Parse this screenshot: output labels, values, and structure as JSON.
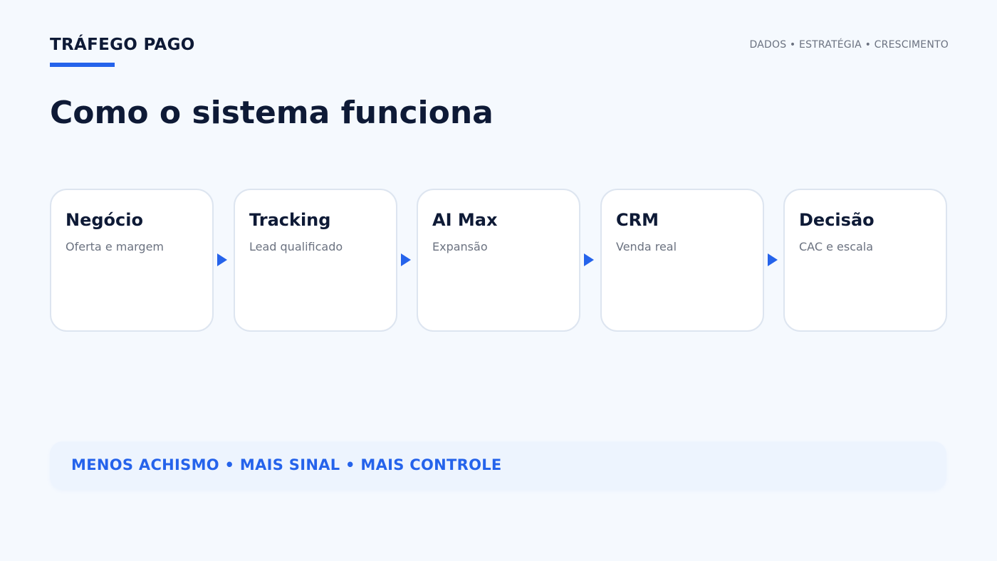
{
  "header": {
    "brand": "TRÁFEGO PAGO",
    "tagline": "DADOS • ESTRATÉGIA • CRESCIMENTO"
  },
  "title": "Como o sistema funciona",
  "steps": [
    {
      "title": "Negócio",
      "subtitle": "Oferta e margem"
    },
    {
      "title": "Tracking",
      "subtitle": "Lead qualificado"
    },
    {
      "title": "AI Max",
      "subtitle": "Expansão"
    },
    {
      "title": "CRM",
      "subtitle": "Venda real"
    },
    {
      "title": "Decisão",
      "subtitle": "CAC e escala"
    }
  ],
  "footer": {
    "text": "MENOS ACHISMO • MAIS SINAL • MAIS CONTROLE"
  },
  "colors": {
    "accent": "#2563eb",
    "heading": "#0e1a36",
    "muted": "#6b7280",
    "background": "#f5f9fe"
  },
  "icons": {
    "connector": "arrow-right-icon"
  }
}
